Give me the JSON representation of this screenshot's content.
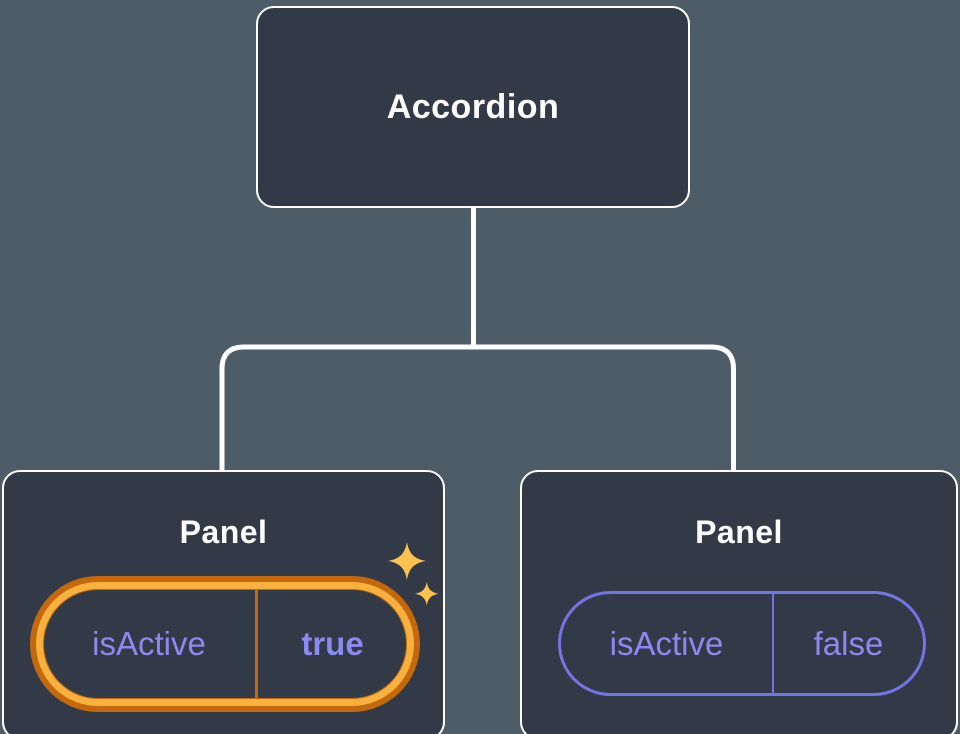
{
  "diagram": {
    "root": {
      "label": "Accordion"
    },
    "panels": [
      {
        "label": "Panel",
        "prop": {
          "name": "isActive",
          "value": "true"
        },
        "highlighted": true
      },
      {
        "label": "Panel",
        "prop": {
          "name": "isActive",
          "value": "false"
        },
        "highlighted": false
      }
    ],
    "colors": {
      "background": "#4d5c66",
      "node_fill": "#333a47",
      "node_border": "#ffffff",
      "connector": "#ffffff",
      "text_primary": "#ffffff",
      "prop_text": "#8a8af0",
      "prop_border": "#7474e4",
      "highlight_gold": "#f9b13e",
      "highlight_orange": "#c4680e",
      "sparkle": "#fcc24f"
    }
  }
}
